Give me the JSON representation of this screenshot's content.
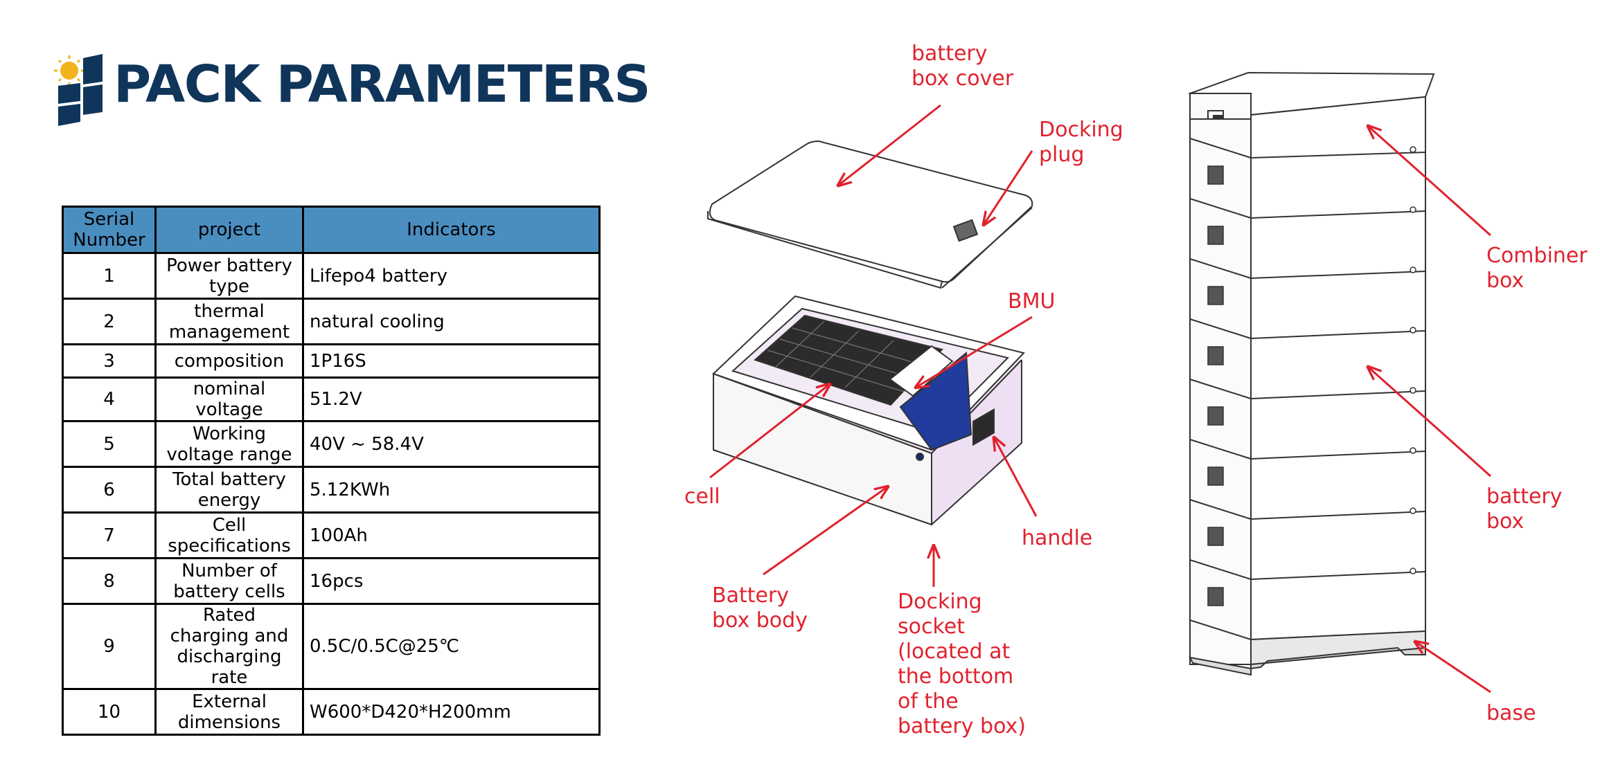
{
  "header": {
    "title": "PACK PARAMETERS",
    "logo_icon": "sun-solar-panel-icon"
  },
  "table": {
    "headers": [
      "Serial Number",
      "project",
      "Indicators"
    ],
    "rows": [
      [
        "1",
        "Power battery type",
        "Lifepo4 battery"
      ],
      [
        "2",
        "thermal management",
        "natural cooling"
      ],
      [
        "3",
        "composition",
        "1P16S"
      ],
      [
        "4",
        "nominal voltage",
        "51.2V"
      ],
      [
        "5",
        "Working voltage range",
        "40V ~ 58.4V"
      ],
      [
        "6",
        "Total battery energy",
        "5.12KWh"
      ],
      [
        "7",
        "Cell specifications",
        "100Ah"
      ],
      [
        "8",
        "Number of battery cells",
        "16pcs"
      ],
      [
        "9",
        "Rated charging and discharging rate",
        "0.5C/0.5C@25℃"
      ],
      [
        "10",
        "External dimensions",
        "W600*D420*H200mm"
      ]
    ]
  },
  "labels": {
    "battery_box_cover": "battery\nbox cover",
    "docking_plug": "Docking\nplug",
    "bmu": "BMU",
    "cell": "cell",
    "handle": "handle",
    "battery_box_body": "Battery\nbox body",
    "docking_socket": "Docking\nsocket\n(located at\nthe bottom\nof the\nbattery box)",
    "combiner_box": "Combiner\nbox",
    "battery_box": "battery\nbox",
    "base": "base"
  },
  "colors": {
    "title": "#10355a",
    "header_fill": "#4a8ec0",
    "annotation": "#e0222e",
    "logo_sun": "#f2b31c",
    "side_panel": "#eee0f2",
    "bmu_panel": "#213c9c"
  }
}
